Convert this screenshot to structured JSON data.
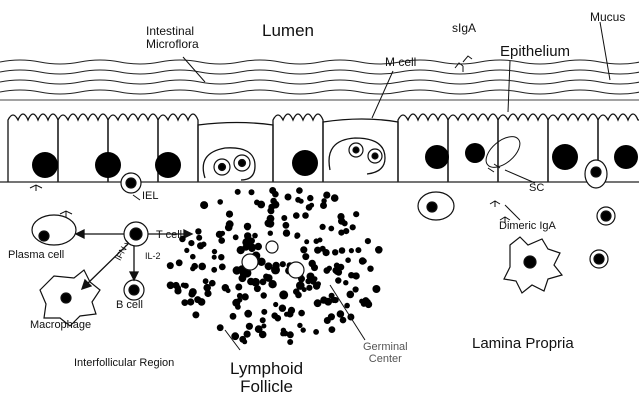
{
  "labels": {
    "lumen": "Lumen",
    "intestinal_microflora": "Intestinal\nMicroflora",
    "siga": "sIgA",
    "mucus": "Mucus",
    "m_cell": "M cell",
    "epithelium": "Epithelium",
    "iel": "IEL",
    "sc": "SC",
    "dimeric_iga": "Dimeric IgA",
    "plasma_cell": "Plasma cell",
    "t_cell": "T cell",
    "ifn_gamma": "IFN-γ",
    "il2": "IL-2",
    "b_cell": "B cell",
    "macrophage": "Macrophage",
    "interfollicular_region": "Interfollicular Region",
    "lymphoid_follicle": "Lymphoid\nFollicle",
    "germinal_center": "Germinal\nCenter",
    "lamina_propria": "Lamina Propria"
  },
  "colors": {
    "ink": "#111111",
    "background": "#ffffff"
  }
}
